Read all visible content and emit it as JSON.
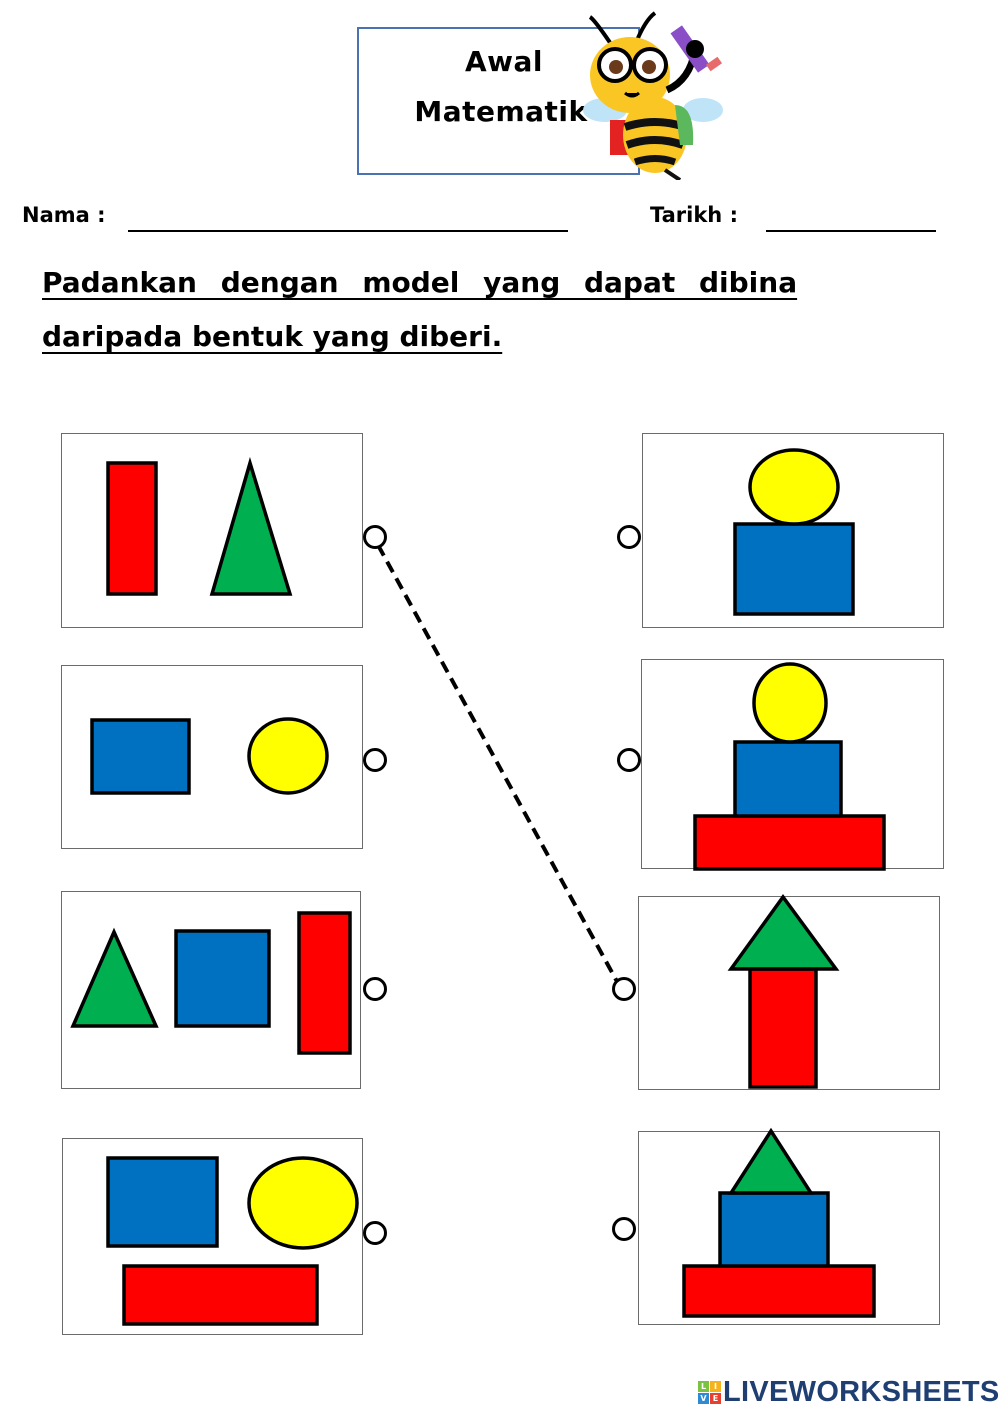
{
  "header": {
    "title_line1": "Awal",
    "title_line2": "Matematik",
    "mascot": "bee-with-glasses-and-pencil"
  },
  "fields": {
    "name_label": "Nama :",
    "name_value": "",
    "date_label": "Tarikh :",
    "date_value": ""
  },
  "instruction": {
    "line1": "Padankan dengan model yang dapat dibina",
    "line2": "daripada bentuk yang diberi."
  },
  "colors": {
    "red": "#ff0000",
    "green": "#00b050",
    "blue": "#0070c0",
    "yellow": "#ffff00",
    "title_border": "#4a72b0",
    "logo": "#1f3f73"
  },
  "left_items": [
    {
      "id": "L1",
      "shapes": [
        "red rectangle",
        "green triangle"
      ]
    },
    {
      "id": "L2",
      "shapes": [
        "blue rectangle",
        "yellow circle"
      ]
    },
    {
      "id": "L3",
      "shapes": [
        "green triangle",
        "blue square",
        "red rectangle"
      ]
    },
    {
      "id": "L4",
      "shapes": [
        "blue square",
        "yellow circle",
        "red rectangle"
      ]
    }
  ],
  "right_items": [
    {
      "id": "R1",
      "model": "yellow circle on blue rectangle"
    },
    {
      "id": "R2",
      "model": "yellow circle on blue square on red rectangle"
    },
    {
      "id": "R3",
      "model": "green triangle on red rectangle (arrow)"
    },
    {
      "id": "R4",
      "model": "green triangle on blue square on red rectangle"
    }
  ],
  "connections": [
    {
      "from": "L1",
      "to": "R3",
      "style": "dashed"
    }
  ],
  "footer": {
    "logo_text": "LIVEWORKSHEETS",
    "logo_icon_letters": [
      "L",
      "I",
      "V",
      "E"
    ]
  }
}
